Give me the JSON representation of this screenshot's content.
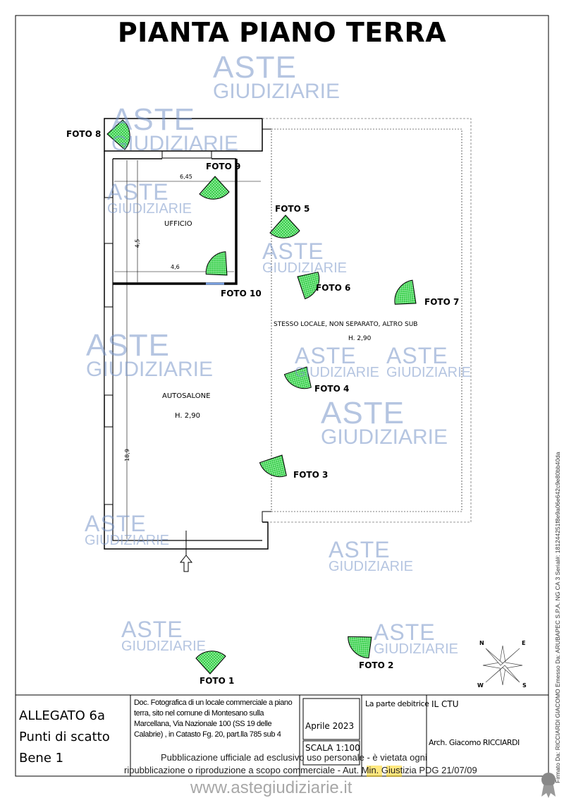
{
  "title": "PIANTA PIANO TERRA",
  "watermark": {
    "line1": "ASTE",
    "line2": "GIUDIZIARIE",
    "site": "www.astegiudiziarie.it"
  },
  "rooms": {
    "ufficio": "UFFICIO",
    "autosalone": "AUTOSALONE",
    "autosalone_height": "H. 2,90",
    "other": "STESSO LOCALE, NON SEPARATO, ALTRO SUB",
    "other_height": "H. 2,90"
  },
  "dimensions": {
    "top": "6,45",
    "bottom": "4,6",
    "vertical_office": "4,5",
    "vertical_main": "18,9"
  },
  "photos": [
    "FOTO 1",
    "FOTO 2",
    "FOTO 3",
    "FOTO 4",
    "FOTO 5",
    "FOTO 6",
    "FOTO 7",
    "FOTO 8",
    "FOTO 9",
    "FOTO 10"
  ],
  "compass": {
    "n": "N",
    "e": "E",
    "w": "W",
    "s": "S"
  },
  "title_block": {
    "allegato": "ALLEGATO 6a",
    "subject": "Punti di scatto",
    "bene": "Bene 1",
    "description": "Doc. Fotografica di un locale commerciale a piano terra, sito nel comune di Montesano sulla Marcellana, Via Nazionale 100 (SS 19 delle Calabrie) , in Catasto Fg. 20, part.lla 785 sub 4",
    "date": "Aprile 2023",
    "scale": "SCALA 1:100",
    "debtor": "La parte debitrice",
    "ctu": "IL  CTU",
    "architect": "Arch. Giacomo RICCIARDI"
  },
  "disclaimer": {
    "line1": "Pubblicazione ufficiale ad esclusivo uso personale - è vietata ogni",
    "line2": "ripubblicazione o riproduzione a scopo commerciale - Aut. Min. Giustizia PDG 21/07/09"
  },
  "signature": "Firmato Da: RICCIARDI GIACOMO Emesso Da: ARUBAPEC S.P.A. NG CA 3 Serial#: 181244251f8e9a06e642c9e80bb40da"
}
